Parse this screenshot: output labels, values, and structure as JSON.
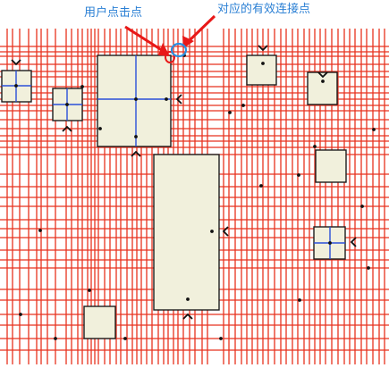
{
  "annotations": {
    "user_click_label": "用户点击点",
    "connection_point_label": "对应的有效连接点"
  },
  "colors": {
    "wire": "#e8321e",
    "block_fill": "#f1f0dc",
    "block_border": "#1c1c1c",
    "pin_line": "#2a4fd8",
    "node": "#111111",
    "annotation_text": "#2a7fd4",
    "user_click_marker": "#e81818",
    "connection_marker": "#2a8fe0",
    "arrow": "#e81818"
  },
  "icons": {
    "user_click_marker": "red-circle-marker",
    "connection_marker": "blue-circle-marker"
  }
}
